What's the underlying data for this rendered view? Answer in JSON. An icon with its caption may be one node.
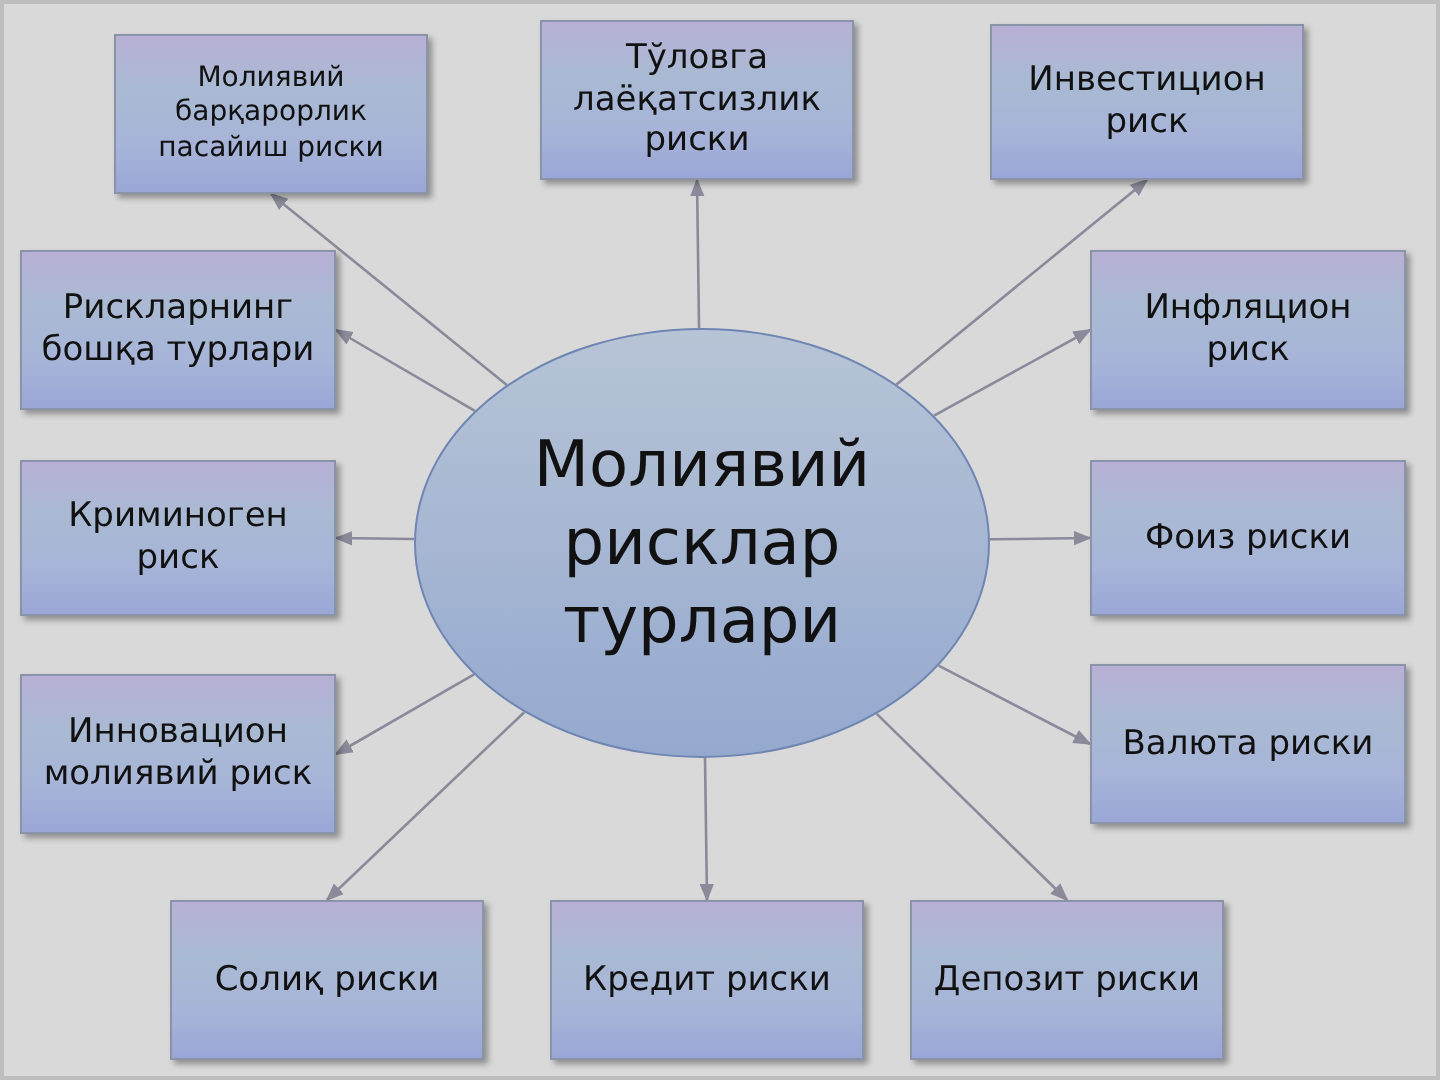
{
  "diagram": {
    "nodes": [
      {
        "text": [
          "Молиявий рисклар турлари"
        ]
      },
      {
        "text": [
          "Молиявий барқарорлик пасайиш риски"
        ]
      },
      {
        "text": [
          "Тўловга лаёқатсизлик риски"
        ]
      },
      {
        "text": [
          "Инвестицион риск"
        ]
      },
      {
        "text": [
          "Рискларнинг бошқа турлари"
        ]
      },
      {
        "text": [
          "Инфляцион риск"
        ]
      },
      {
        "text": [
          "Криминоген риск"
        ]
      },
      {
        "text": [
          "Фоиз риски"
        ]
      },
      {
        "text": [
          "Инновацион молиявий риск"
        ]
      },
      {
        "text": [
          "Валюта риски"
        ]
      },
      {
        "text": [
          "Солиқ риски"
        ]
      },
      {
        "text": [
          "Кредит риски"
        ]
      },
      {
        "text": [
          "Депозит риски"
        ]
      }
    ],
    "edges": [
      {
        "from": 0,
        "to": 1,
        "arrow": "to"
      },
      {
        "from": 0,
        "to": 2,
        "arrow": "to"
      },
      {
        "from": 0,
        "to": 3,
        "arrow": "to"
      },
      {
        "from": 0,
        "to": 4,
        "arrow": "to"
      },
      {
        "from": 0,
        "to": 5,
        "arrow": "to"
      },
      {
        "from": 0,
        "to": 6,
        "arrow": "to"
      },
      {
        "from": 0,
        "to": 7,
        "arrow": "to"
      },
      {
        "from": 0,
        "to": 8,
        "arrow": "to"
      },
      {
        "from": 0,
        "to": 9,
        "arrow": "to"
      },
      {
        "from": 0,
        "to": 10,
        "arrow": "to"
      },
      {
        "from": 0,
        "to": 11,
        "arrow": "to"
      },
      {
        "from": 0,
        "to": 12,
        "arrow": "to"
      }
    ]
  }
}
